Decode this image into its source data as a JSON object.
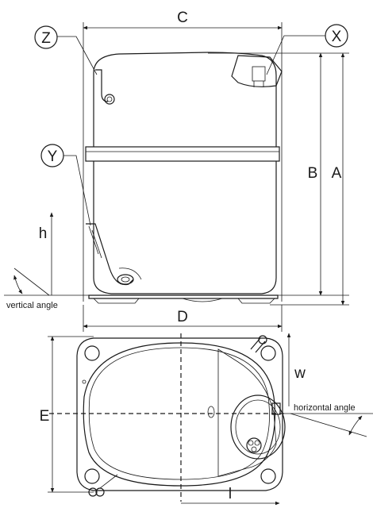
{
  "labels": {
    "C": "C",
    "D": "D",
    "A": "A",
    "B": "B",
    "E": "E",
    "h": "h",
    "w": "w",
    "l": "l",
    "Z": "Z",
    "X": "X",
    "Y": "Y",
    "vertical_angle": "vertical angle",
    "horizontal_angle": "horizontal angle"
  }
}
